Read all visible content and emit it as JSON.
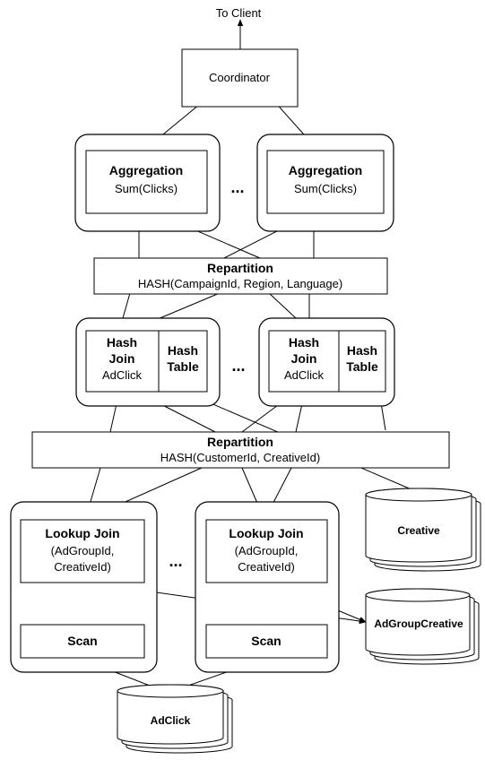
{
  "to_client": "To Client",
  "coordinator": "Coordinator",
  "aggregation": {
    "title": "Aggregation",
    "sub": "Sum(Clicks)"
  },
  "repartition1": {
    "title": "Repartition",
    "sub": "HASH(CampaignId, Region, Language)"
  },
  "hash_join": {
    "line1": "Hash",
    "line2": "Join",
    "line3": "AdClick"
  },
  "hash_table": {
    "line1": "Hash",
    "line2": "Table"
  },
  "repartition2": {
    "title": "Repartition",
    "sub": "HASH(CustomerId, CreativeId)"
  },
  "lookup_join": {
    "title": "Lookup Join",
    "line2": "(AdGroupId,",
    "line3": "CreativeId)"
  },
  "scan": "Scan",
  "ellipsis": "...",
  "tables": {
    "creative": "Creative",
    "adgroupcreative": "AdGroupCreative",
    "adclick": "AdClick"
  }
}
